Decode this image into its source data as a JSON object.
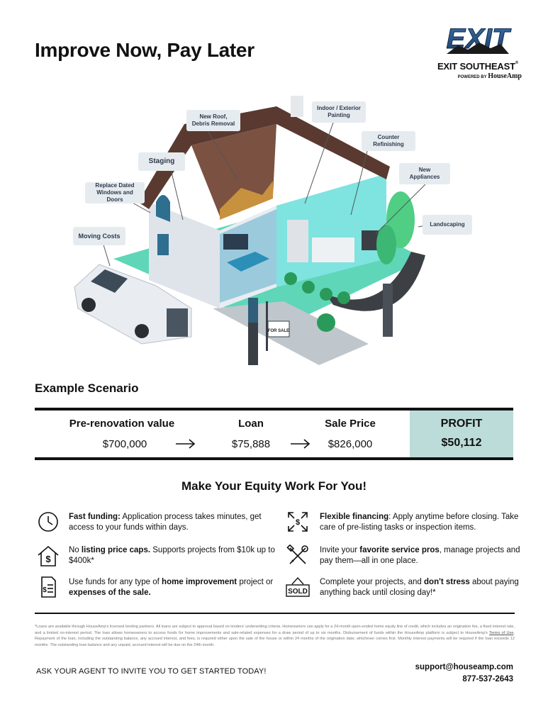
{
  "header": {
    "title": "Improve Now, Pay Later",
    "logo": {
      "mark_text": "EXIT",
      "brand": "EXIT SOUTHEAST",
      "powered_prefix": "POWERED BY",
      "powered_brand": "HouseAmp",
      "registered": "®"
    }
  },
  "illustration": {
    "callouts": [
      "New Roof, Debris Removal",
      "Indoor / Exterior Painting",
      "Counter Refinishing",
      "Staging",
      "New Appliances",
      "Replace Dated Windows and Doors",
      "Landscaping",
      "Moving Costs"
    ],
    "sign_text": "FOR SALE"
  },
  "scenario": {
    "title": "Example Scenario",
    "columns": [
      {
        "label": "Pre-renovation value",
        "value": "$700,000"
      },
      {
        "label": "Loan",
        "value": "$75,888"
      },
      {
        "label": "Sale Price",
        "value": "$826,000"
      }
    ],
    "profit": {
      "label": "PROFIT",
      "value": "$50,112"
    },
    "colors": {
      "profit_bg": "#bcdcd9"
    }
  },
  "equity": {
    "title": "Make Your Equity Work For You!",
    "features": [
      {
        "icon": "clock-icon",
        "bold": "Fast funding:",
        "text": " Application process takes minutes, get access to your funds within days."
      },
      {
        "icon": "expand-arrows-icon",
        "bold": "Flexible financing",
        "text": ": Apply anytime before closing. Take care of pre-listing tasks or inspection items."
      },
      {
        "icon": "house-dollar-icon",
        "pre": "No ",
        "bold": "listing price caps.",
        "text": " Supports projects from $10k up to $400k*"
      },
      {
        "icon": "tools-icon",
        "pre": "Invite your ",
        "bold": "favorite service pros",
        "text": ", manage projects and pay them—all in one place."
      },
      {
        "icon": "invoice-icon",
        "pre": "Use funds for any type of ",
        "bold": "home improvement",
        "mid": " project or ",
        "bold2": "expenses of the sale.",
        "text": ""
      },
      {
        "icon": "sold-sign-icon",
        "pre": "Complete your projects, and ",
        "bold": "don't stress",
        "text": " about paying anything back until closing day!*"
      }
    ]
  },
  "footer": {
    "fine_print_1": "*Loans are available through HouseAmp's licensed lending partners. All loans are subject to approval based on lenders' underwriting criteria. Homeowners can apply for a 24-month open-ended home equity line of credit, which includes an origination fee, a fixed interest rate, and a limited no-interest period. The loan allows homeowners to access funds for home improvements and sale-related expenses for a draw period of up to six months. Disbursement of funds within the HouseAmp platform is subject to HouseAmp's ",
    "terms_link": "Terms of Use",
    "fine_print_2": ". Repayment of the loan, including the outstanding balance, any accrued interest, and fees, is required either upon the sale of the house or within 24 months of the origination date, whichever comes first. Monthly interest payments will be required if the loan exceeds 12 months. The outstanding loan balance and any unpaid, accrued interest will be due on the 24th month.",
    "cta": "ASK YOUR AGENT TO INVITE YOU TO GET STARTED TODAY!",
    "email": "support@houseamp.com",
    "phone": "877-537-2643"
  }
}
